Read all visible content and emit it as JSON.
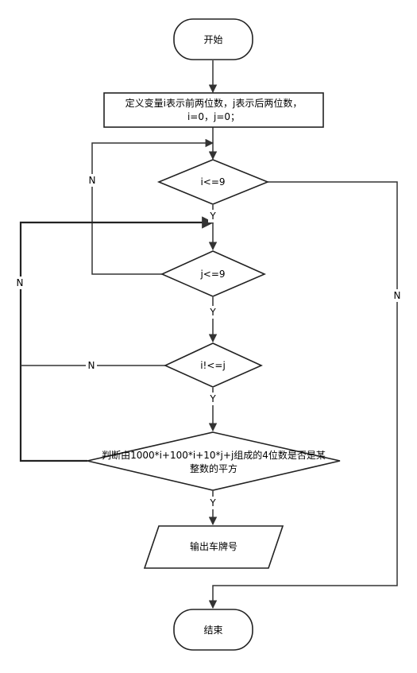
{
  "nodes": {
    "start": "开始",
    "init_line1": "定义变量i表示前两位数，j表示后两位数，",
    "init_line2": "i=0，j=0；",
    "cond_i": "i<=9",
    "cond_j": "j<=9",
    "cond_ij": "i!<=j",
    "cond_square_line1": "判断由1000*i+100*i+10*j+j组成的4位数是否是某",
    "cond_square_line2": "整数的平方",
    "output": "输出车牌号",
    "end": "结束"
  },
  "edge_labels": {
    "yes": "Y",
    "no": "N"
  }
}
